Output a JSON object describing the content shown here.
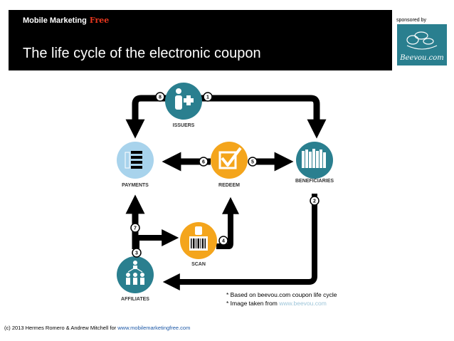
{
  "header": {
    "brand_prefix": "Mobile Marketing",
    "brand_suffix": "Free",
    "title": "The life cycle of the electronic coupon"
  },
  "sponsor": {
    "label": "sponsored by",
    "logo_text": "Beevou.com",
    "color": "#2a7f8f"
  },
  "nodes": {
    "issuers": "ISSUERS",
    "payments": "PAYMENTS",
    "redeem": "REDEEM",
    "beneficiaries": "BENEFICIARIES",
    "scan": "SCAN",
    "affiliates": "AFFILIATES"
  },
  "steps": {
    "s1": "1",
    "s2": "2",
    "s3": "3",
    "s4": "4",
    "s5": "5",
    "s6": "6",
    "s7": "7",
    "s8": "8"
  },
  "colors": {
    "teal": "#2a7f8f",
    "light_blue": "#a8d3ec",
    "orange": "#f4a51c",
    "arrow": "#000000"
  },
  "notes": {
    "line1": "* Based on beevou.com coupon life cycle",
    "line2_prefix": "* Image taken from",
    "line2_link": "www.beevou.com"
  },
  "footer": {
    "text": "(c) 2013 Hermes Romero & Andrew Mitchell for",
    "link": "www.mobilemarketingfree.com"
  }
}
